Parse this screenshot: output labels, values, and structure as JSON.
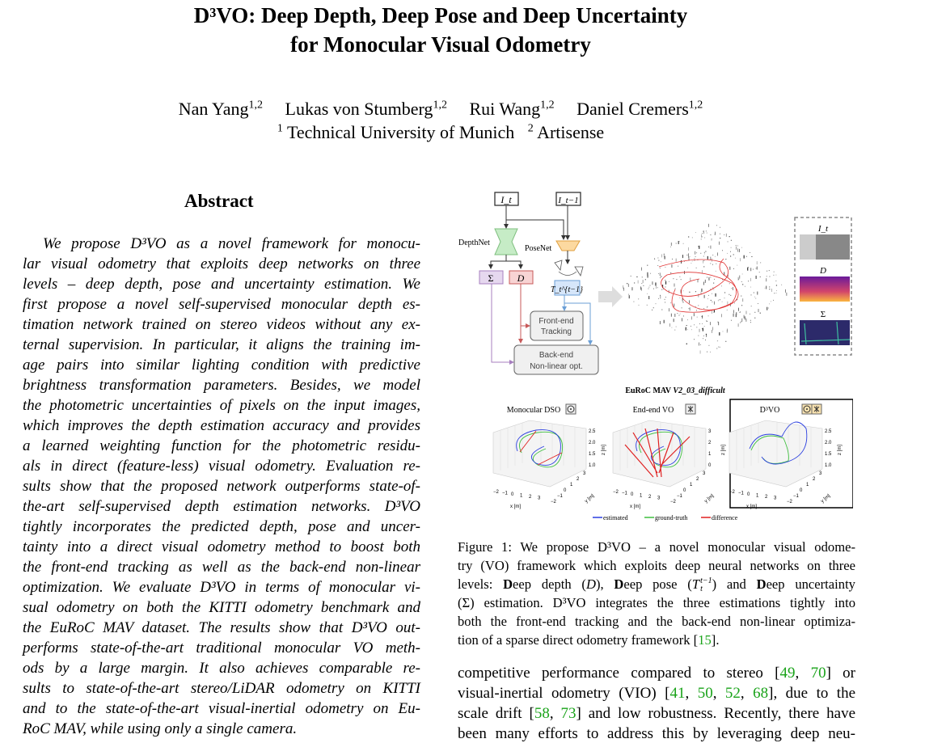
{
  "title": {
    "line1": "D³VO: Deep Depth, Deep Pose and Deep Uncertainty",
    "line2": "for Monocular Visual Odometry"
  },
  "authors": [
    {
      "name": "Nan Yang",
      "aff": "1,2"
    },
    {
      "name": "Lukas von Stumberg",
      "aff": "1,2"
    },
    {
      "name": "Rui Wang",
      "aff": "1,2"
    },
    {
      "name": "Daniel Cremers",
      "aff": "1,2"
    }
  ],
  "affiliations": [
    {
      "num": "1",
      "name": "Technical University of Munich"
    },
    {
      "num": "2",
      "name": "Artisense"
    }
  ],
  "abstract": {
    "heading": "Abstract",
    "lines": [
      "We propose D³VO as a novel framework for monocu-",
      "lar visual odometry that exploits deep networks on three",
      "levels – deep depth, pose and uncertainty estimation.  We",
      "first propose a novel self-supervised monocular depth es-",
      "timation network trained on stereo videos without any ex-",
      "ternal supervision.  In particular, it aligns the training im-",
      "age pairs into similar lighting condition with predictive",
      "brightness transformation parameters.  Besides, we model",
      "the photometric uncertainties of pixels on the input images,",
      "which improves the depth estimation accuracy and provides",
      "a learned weighting function for the photometric residu-",
      "als in direct (feature-less) visual odometry.  Evaluation re-",
      "sults show that the proposed network outperforms state-of-",
      "the-art self-supervised depth estimation networks.  D³VO",
      "tightly incorporates the predicted depth, pose and uncer-",
      "tainty into a direct visual odometry method to boost both",
      "the front-end tracking as well as the back-end non-linear",
      "optimization. We evaluate D³VO in terms of monocular vi-",
      "sual odometry on both the KITTI odometry benchmark and",
      "the EuRoC MAV dataset. The results show that D³VO out-",
      "performs state-of-the-art traditional monocular VO meth-",
      "ods by a large margin.  It also achieves comparable re-",
      "sults to state-of-the-art stereo/LiDAR odometry on KITTI",
      "and to the state-of-the-art visual-inertial odometry on Eu-",
      "RoC MAV, while using only a single camera."
    ]
  },
  "figure": {
    "inputs": {
      "current": "I_t",
      "previous": "I_t−1"
    },
    "depthnet": "DepthNet",
    "posenet": "PoseNet",
    "sigma": "Σ",
    "depth": "D",
    "pose": "T_t^{t−1}",
    "frontend": [
      "Front-end",
      "Tracking"
    ],
    "backend": [
      "Back-end",
      "Non-linear opt."
    ],
    "panel_labels": {
      "image": "I_t",
      "depth": "D",
      "uncertainty": "Σ"
    },
    "dataset_title": {
      "prefix": "EuRoC MAV",
      "sequence": "V2_03_difficult"
    },
    "plots": [
      {
        "title": "Monocular DSO",
        "icons": [
          "camera-icon"
        ],
        "z_ticks": [
          "2.5",
          "2.0",
          "1.5",
          "1.0"
        ],
        "x_ticks": [
          "−2",
          "−1",
          "0",
          "1",
          "2",
          "3"
        ],
        "y_ticks": [
          "−2",
          "−1",
          "0",
          "1",
          "2",
          "3"
        ]
      },
      {
        "title": "End-end VO",
        "icons": [
          "neural-net-icon"
        ],
        "z_ticks": [
          "3",
          "2",
          "1",
          "0"
        ],
        "x_ticks": [
          "−2",
          "−1",
          "0",
          "1",
          "2",
          "3"
        ],
        "y_ticks": [
          "−2",
          "−1",
          "0",
          "1",
          "2",
          "3"
        ]
      },
      {
        "title": "D³VO",
        "icons": [
          "camera-icon",
          "neural-net-icon"
        ],
        "z_ticks": [
          "2.5",
          "2.0",
          "1.5",
          "1.0"
        ],
        "x_ticks": [
          "−2",
          "−1",
          "0",
          "1",
          "2",
          "3"
        ],
        "y_ticks": [
          "−2",
          "−1",
          "0",
          "1",
          "2",
          "3"
        ]
      }
    ],
    "axis_labels": {
      "x": "x [m]",
      "y": "y [m]",
      "z": "z [m]"
    },
    "legend": [
      {
        "label": "estimated",
        "color": "#2b3fe0"
      },
      {
        "label": "ground-truth",
        "color": "#3fbf3f"
      },
      {
        "label": "difference",
        "color": "#e02020"
      }
    ]
  },
  "caption": {
    "line1": "Figure 1: We propose D³VO – a novel monocular visual odome-",
    "line2": "try (VO) framework which exploits deep neural networks on three",
    "line3": {
      "a": "levels: ",
      "b1": "D",
      "c": "eep depth (",
      "d": "D",
      "e": "), ",
      "b2": "D",
      "f": "eep pose (",
      "t": "T",
      "tsub": "t",
      "tsup": "t−1",
      "g": ") and ",
      "b3": "D",
      "h": "eep uncertainty"
    },
    "line4": "(Σ) estimation. D³VO integrates the three estimations tightly into",
    "line5": "both the front-end tracking and the back-end non-linear optimiza-",
    "line6": {
      "text": "tion of a sparse direct odometry framework [",
      "cite": "15",
      "end": "]."
    }
  },
  "body": [
    [
      {
        "t": "competitive performance compared to stereo ["
      },
      {
        "c": "49"
      },
      {
        "t": ", "
      },
      {
        "c": "70"
      },
      {
        "t": "] or"
      }
    ],
    [
      {
        "t": "visual-inertial odometry (VIO) ["
      },
      {
        "c": "41"
      },
      {
        "t": ", "
      },
      {
        "c": "50"
      },
      {
        "t": ", "
      },
      {
        "c": "52"
      },
      {
        "t": ", "
      },
      {
        "c": "68"
      },
      {
        "t": "], due to the"
      }
    ],
    [
      {
        "t": "scale drift ["
      },
      {
        "c": "58"
      },
      {
        "t": ", "
      },
      {
        "c": "73"
      },
      {
        "t": "] and low robustness. Recently, there have"
      }
    ],
    [
      {
        "t": "been many efforts to address this by leveraging deep neu-"
      }
    ]
  ],
  "colors": {
    "citation": "#1aa31a",
    "depthnet": "#c6ecc6",
    "posenet": "#fcd9a0",
    "sigma": "#e6d8ef",
    "depth": "#f8d4d4",
    "pose": "#d6e6fa"
  }
}
